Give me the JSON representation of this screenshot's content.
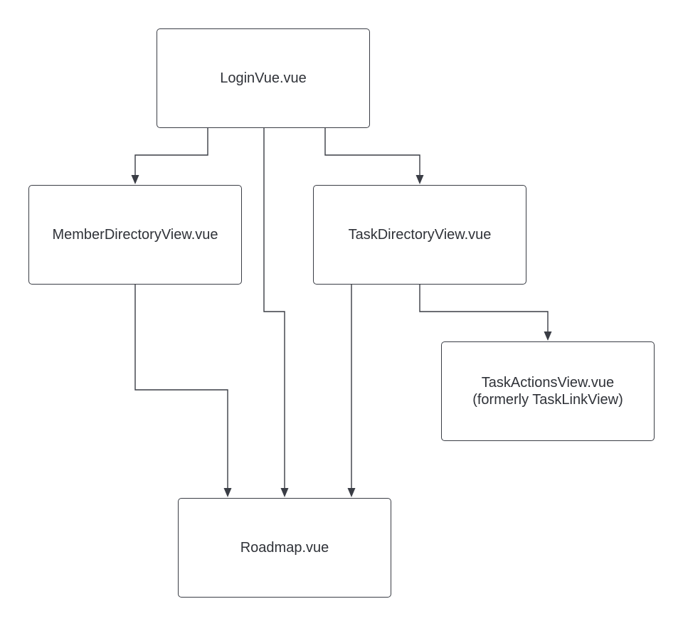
{
  "nodes": {
    "login": {
      "label": "LoginVue.vue"
    },
    "member_directory": {
      "label": "MemberDirectoryView.vue"
    },
    "task_directory": {
      "label": "TaskDirectoryView.vue"
    },
    "task_actions": {
      "label_line1": "TaskActionsView.vue",
      "label_line2": "(formerly TaskLinkView)"
    },
    "roadmap": {
      "label": "Roadmap.vue"
    }
  },
  "edges": [
    {
      "from": "LoginVue.vue",
      "to": "MemberDirectoryView.vue"
    },
    {
      "from": "LoginVue.vue",
      "to": "Roadmap.vue"
    },
    {
      "from": "LoginVue.vue",
      "to": "TaskDirectoryView.vue"
    },
    {
      "from": "MemberDirectoryView.vue",
      "to": "Roadmap.vue"
    },
    {
      "from": "TaskDirectoryView.vue",
      "to": "Roadmap.vue"
    },
    {
      "from": "TaskDirectoryView.vue",
      "to": "TaskActionsView.vue"
    }
  ],
  "colors": {
    "stroke": "#3a3d45",
    "text": "#2f3238",
    "background": "#ffffff"
  }
}
